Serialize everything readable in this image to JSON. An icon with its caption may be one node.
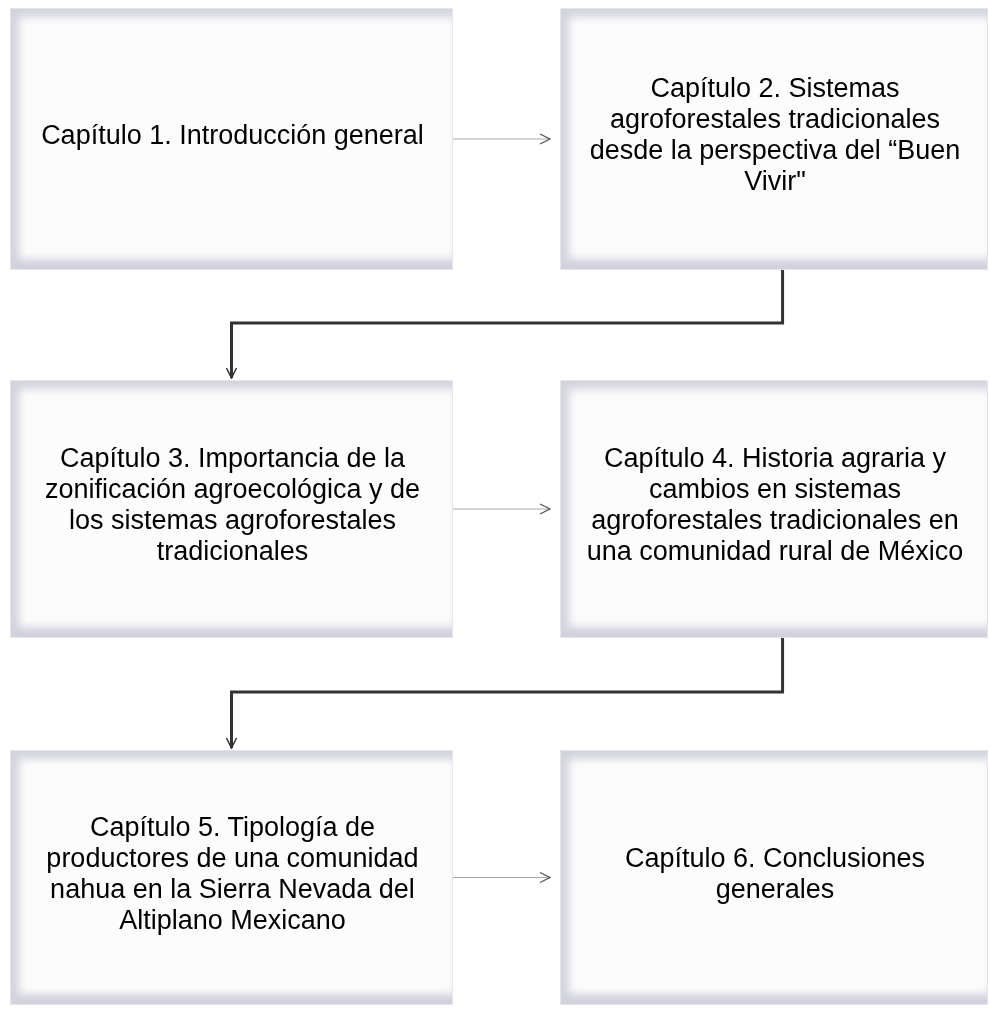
{
  "diagram": {
    "nodes": [
      {
        "text": [
          "Capítulo 1. Introducción general"
        ]
      },
      {
        "text": [
          "Capítulo 2. Sistemas agroforestales tradicionales desde la perspectiva del “Buen Vivir\""
        ]
      },
      {
        "text": [
          "Capítulo 3. Importancia de la zonificación agroecológica y de los sistemas agroforestales tradicionales"
        ]
      },
      {
        "text": [
          "Capítulo 4. Historia agraria y cambios en sistemas agroforestales tradicionales en una comunidad rural de México"
        ]
      },
      {
        "text": [
          "Capítulo 5. Tipología de productores de una comunidad nahua en la Sierra Nevada del Altiplano Mexicano"
        ]
      },
      {
        "text": [
          "Capítulo 6. Conclusiones generales"
        ]
      }
    ],
    "edges": [
      {
        "from": 0,
        "to": 1,
        "arrow": "to"
      },
      {
        "from": 1,
        "to": 2,
        "arrow": "to",
        "style": "thick",
        "color": "#333333"
      },
      {
        "from": 2,
        "to": 3,
        "arrow": "to"
      },
      {
        "from": 3,
        "to": 4,
        "arrow": "to",
        "style": "thick",
        "color": "#333333"
      },
      {
        "from": 4,
        "to": 5,
        "arrow": "to"
      }
    ]
  }
}
